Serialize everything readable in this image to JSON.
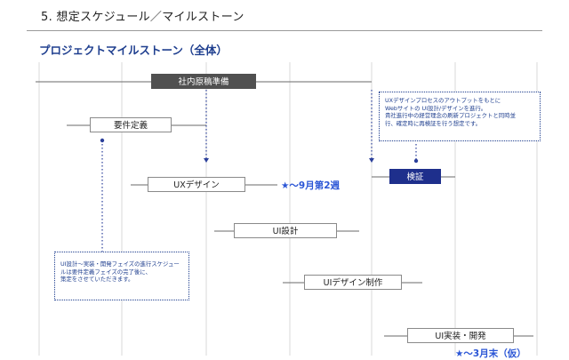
{
  "page": {
    "title": "5. 想定スケジュール／マイルストーン",
    "subtitle": "プロジェクトマイルストーン（全体）"
  },
  "tasks": {
    "draft_prep": "社内原稿準備",
    "requirements": "要件定義",
    "ux_design": "UXデザイン",
    "verification": "検証",
    "ui_design": "UI設計",
    "ui_production": "UIデザイン制作",
    "ui_impl": "UI実装・開発"
  },
  "milestones": {
    "sep": "★〜9月第2週",
    "bottom": "★〜3月末（仮）"
  },
  "notes": {
    "ux_note": [
      "UXデザインプロセスのアウトプットをもとに",
      "Webサイトの UI設計/デザインを進行。",
      "貴社進行中の経営理念の刷新プロジェクトと同時並",
      "行、確定時に再検証を行う想定です。"
    ],
    "ui_note": [
      "UI設計〜実装・開発フェイズの進行スケジュー",
      "ルは要件定義フェイズの完了後に、",
      "策定をさせていただきます。"
    ]
  },
  "colors": {
    "title_blue": "#1f3f8f",
    "milestone_blue": "#2b56d6",
    "dark_bar": "#505050",
    "navy_bar": "#1e2f8c"
  }
}
